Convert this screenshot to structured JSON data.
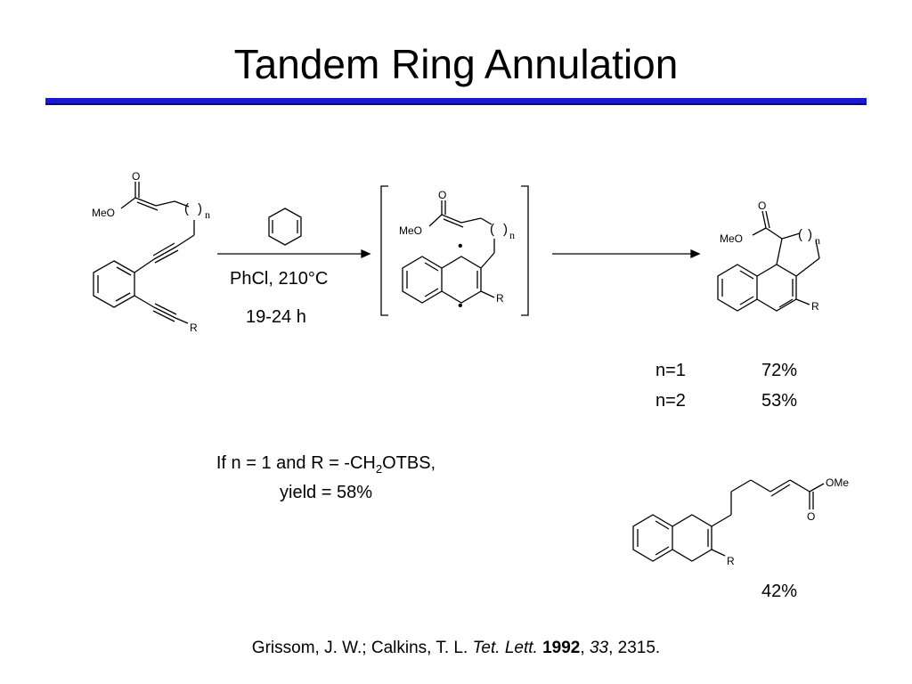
{
  "slide": {
    "title": "Tandem Ring Annulation"
  },
  "scheme": {
    "labels": {
      "meo": "MeO",
      "ome": "OMe",
      "o": "O",
      "r": "R",
      "n": "n",
      "paren_open": "(",
      "paren_close": ")",
      "radical_dot": "•"
    },
    "conditions": {
      "solvent_temp": "PhCl, 210°C",
      "time": "19-24 h"
    },
    "yields": [
      {
        "n": "n=1",
        "yield": "72%"
      },
      {
        "n": "n=2",
        "yield": "53%"
      }
    ],
    "note": {
      "line1_prefix": "If n = 1 and R = -CH",
      "line1_sub": "2",
      "line1_suffix": "OTBS,",
      "line2": "yield = 58%"
    },
    "side_product_yield": "42%"
  },
  "citation": {
    "authors": "Grissom, J. W.; Calkins, T. L. ",
    "journal": "Tet. Lett.",
    "year": "1992",
    "volume": "33",
    "pages": ", 2315."
  }
}
